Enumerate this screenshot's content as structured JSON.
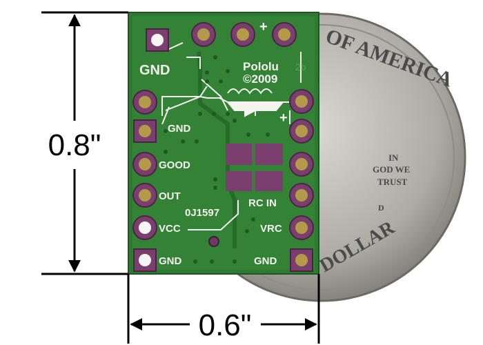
{
  "dimensions": {
    "height_label": "0.8\"",
    "width_label": "0.6\""
  },
  "board": {
    "brand": "Pololu",
    "copyright": "©2009",
    "revision": "2b",
    "part_number": "0J1597",
    "labels": {
      "gnd_top": "GND",
      "gnd_mid": "GND",
      "good": "GOOD",
      "out": "OUT",
      "vcc": "VCC",
      "gnd_bottom_left": "GND",
      "rc_in": "RC IN",
      "vrc": "VRC",
      "gnd_bottom_right": "GND",
      "plus_top": "+",
      "plus_right": "+"
    }
  },
  "coin": {
    "text_top": "OF AMERICA",
    "motto": [
      "IN",
      "GOD WE",
      "TRUST"
    ],
    "text_bottom": "DOLLAR",
    "mint": "D"
  },
  "colors": {
    "board": "#2f7a32",
    "pad": "#7a3f6e",
    "coin": "#b9b6b0"
  }
}
